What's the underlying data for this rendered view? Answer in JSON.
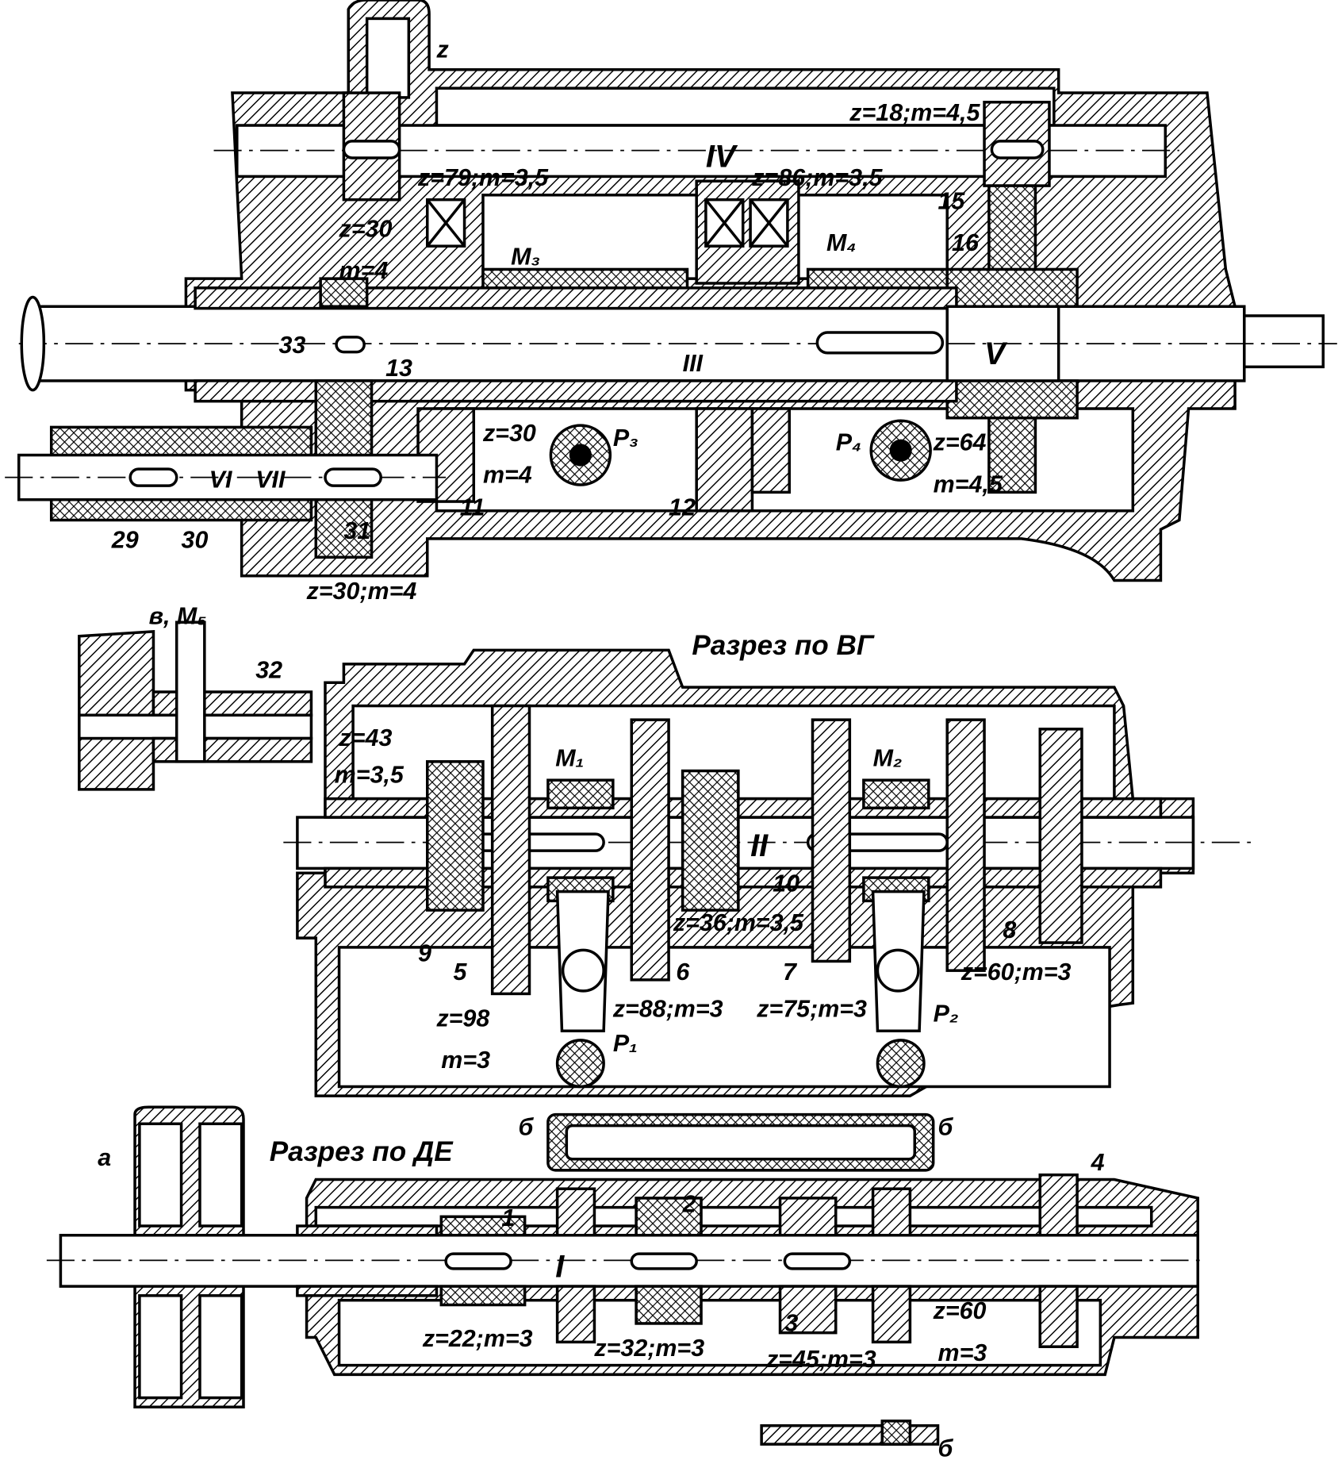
{
  "drawing": {
    "section_vg_title": "Разрез по ВГ",
    "section_de_title": "Разрез по ДЕ",
    "top": {
      "z_top": "z",
      "gear_z18": "z=18;m=4,5",
      "shaft_IV": "IV",
      "gear_z79": "z=79;m=3,5",
      "gear_z86": "z=86;m=3,5",
      "n15": "15",
      "n16": "16",
      "gear_z30_a_z": "z=30",
      "gear_z30_a_m": "m=4",
      "clutch_M3": "M₃",
      "clutch_M4": "M₄",
      "n33": "33",
      "shaft_V": "V",
      "n13": "13",
      "shaft_III": "III",
      "gear_z30_b_z": "z=30",
      "gear_z30_b_m": "m=4",
      "lever_P3": "P₃",
      "lever_P4": "P₄",
      "gear_z64_z": "z=64",
      "gear_z64_m": "m=4,5",
      "shaft_VI": "VI",
      "shaft_VII": "VII",
      "n11": "11",
      "n12": "12",
      "n29": "29",
      "n30": "30",
      "n31": "31",
      "gear_z30_c": "z=30;m=4"
    },
    "middle": {
      "view_b": "в, M₅",
      "n32": "32",
      "gear_z43_z": "z=43",
      "gear_z43_m": "m=3,5",
      "clutch_M1": "M₁",
      "clutch_M2": "M₂",
      "shaft_II": "II",
      "n10": "10",
      "gear_z36": "z=36;m=3,5",
      "n9": "9",
      "n5": "5",
      "n6": "6",
      "n7": "7",
      "n8": "8",
      "gear_z60": "z=60;m=3",
      "gear_z98_z": "z=98",
      "gear_z98_m": "m=3",
      "gear_z88": "z=88;m=3",
      "gear_z75": "z=75;m=3",
      "lever_P1": "P₁",
      "lever_P2": "P₂"
    },
    "bottom": {
      "b_left": "б",
      "b_right": "б",
      "b_bottom": "б",
      "pulley_a": "a",
      "n4": "4",
      "n1": "1",
      "n2": "2",
      "shaft_I": "I",
      "gear_z22": "z=22;m=3",
      "gear_z32": "z=32;m=3",
      "n3": "3",
      "gear_z45": "z=45;m=3",
      "gear_z60_z": "z=60",
      "gear_z60_m": "m=3"
    }
  }
}
